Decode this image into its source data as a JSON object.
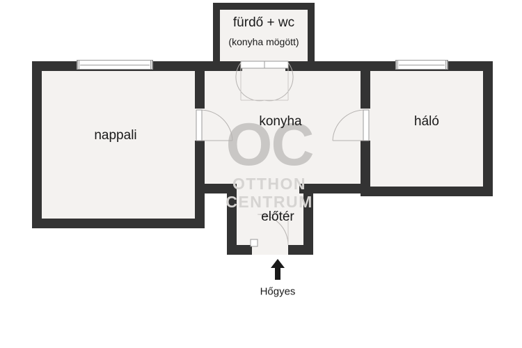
{
  "plan": {
    "rooms": [
      {
        "key": "nappali",
        "label": "nappali"
      },
      {
        "key": "konyha",
        "label": "konyha"
      },
      {
        "key": "halo",
        "label": "háló"
      },
      {
        "key": "elotér",
        "label": "előtér"
      },
      {
        "key": "furdo_wc",
        "label": "fürdő + wc",
        "sub": "(konyha mögött)"
      }
    ],
    "street_label": "Hőgyes",
    "entrance_marker": "entrance-arrow-up",
    "windows": [
      {
        "key": "nappali-window",
        "label": ""
      },
      {
        "key": "halo-window",
        "label": ""
      }
    ],
    "doors": [
      {
        "key": "nappali-konyha-door"
      },
      {
        "key": "konyha-halo-door"
      },
      {
        "key": "furdo-double-door"
      },
      {
        "key": "entrance-door"
      }
    ],
    "colors": {
      "wall": "#333333",
      "floor": "#f4f2f0",
      "background": "#ffffff",
      "text": "#1a1a1a",
      "watermark": "#c9c7c5",
      "door_line": "#9a9a9a"
    }
  },
  "watermark": {
    "monogram": "OC",
    "line1": "OTTHON",
    "line2": "CENTRUM"
  }
}
